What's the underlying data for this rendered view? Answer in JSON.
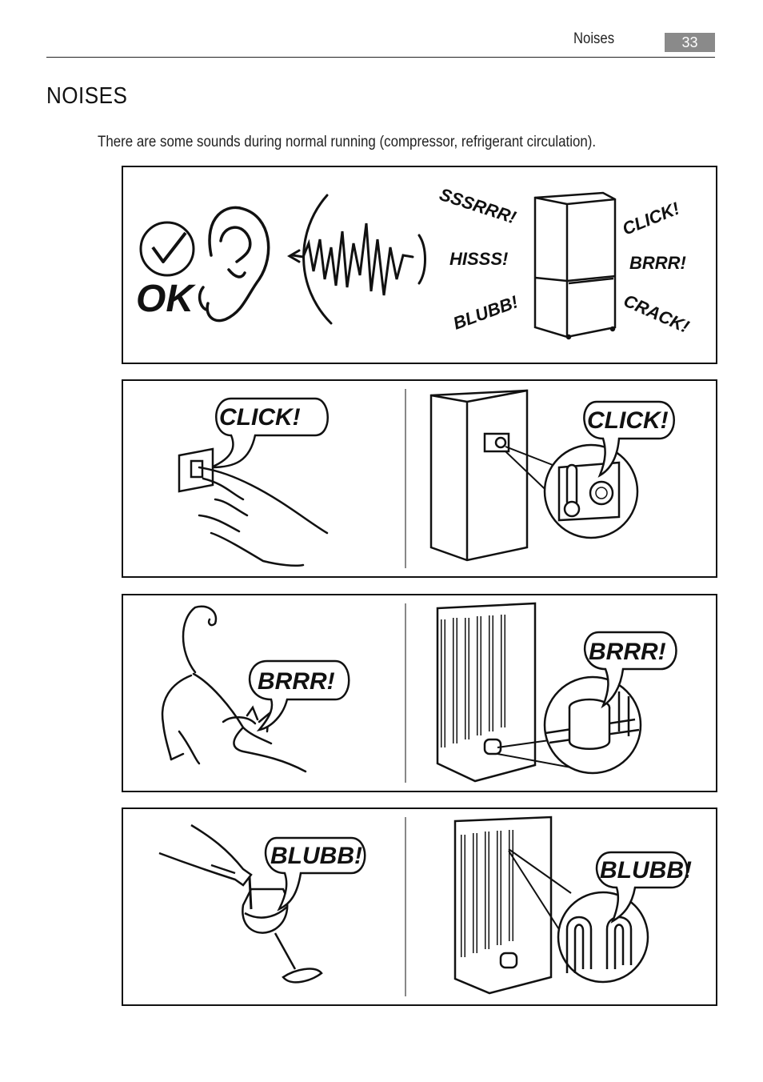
{
  "header": {
    "section": "Noises",
    "page_number": "33"
  },
  "title": "NOISES",
  "intro": "There are some sounds during normal running (compressor, refrigerant circulation).",
  "panel1": {
    "ok_label": "OK",
    "sounds": [
      "SSSRRR!",
      "HISSS!",
      "BLUBB!",
      "CLICK!",
      "BRRR!",
      "CRACK!"
    ]
  },
  "panel2": {
    "left_bubble": "CLICK!",
    "right_bubble": "CLICK!"
  },
  "panel3": {
    "left_bubble": "BRRR!",
    "right_bubble": "BRRR!"
  },
  "panel4": {
    "left_bubble": "BLUBB!",
    "right_bubble": "BLUBB!"
  }
}
